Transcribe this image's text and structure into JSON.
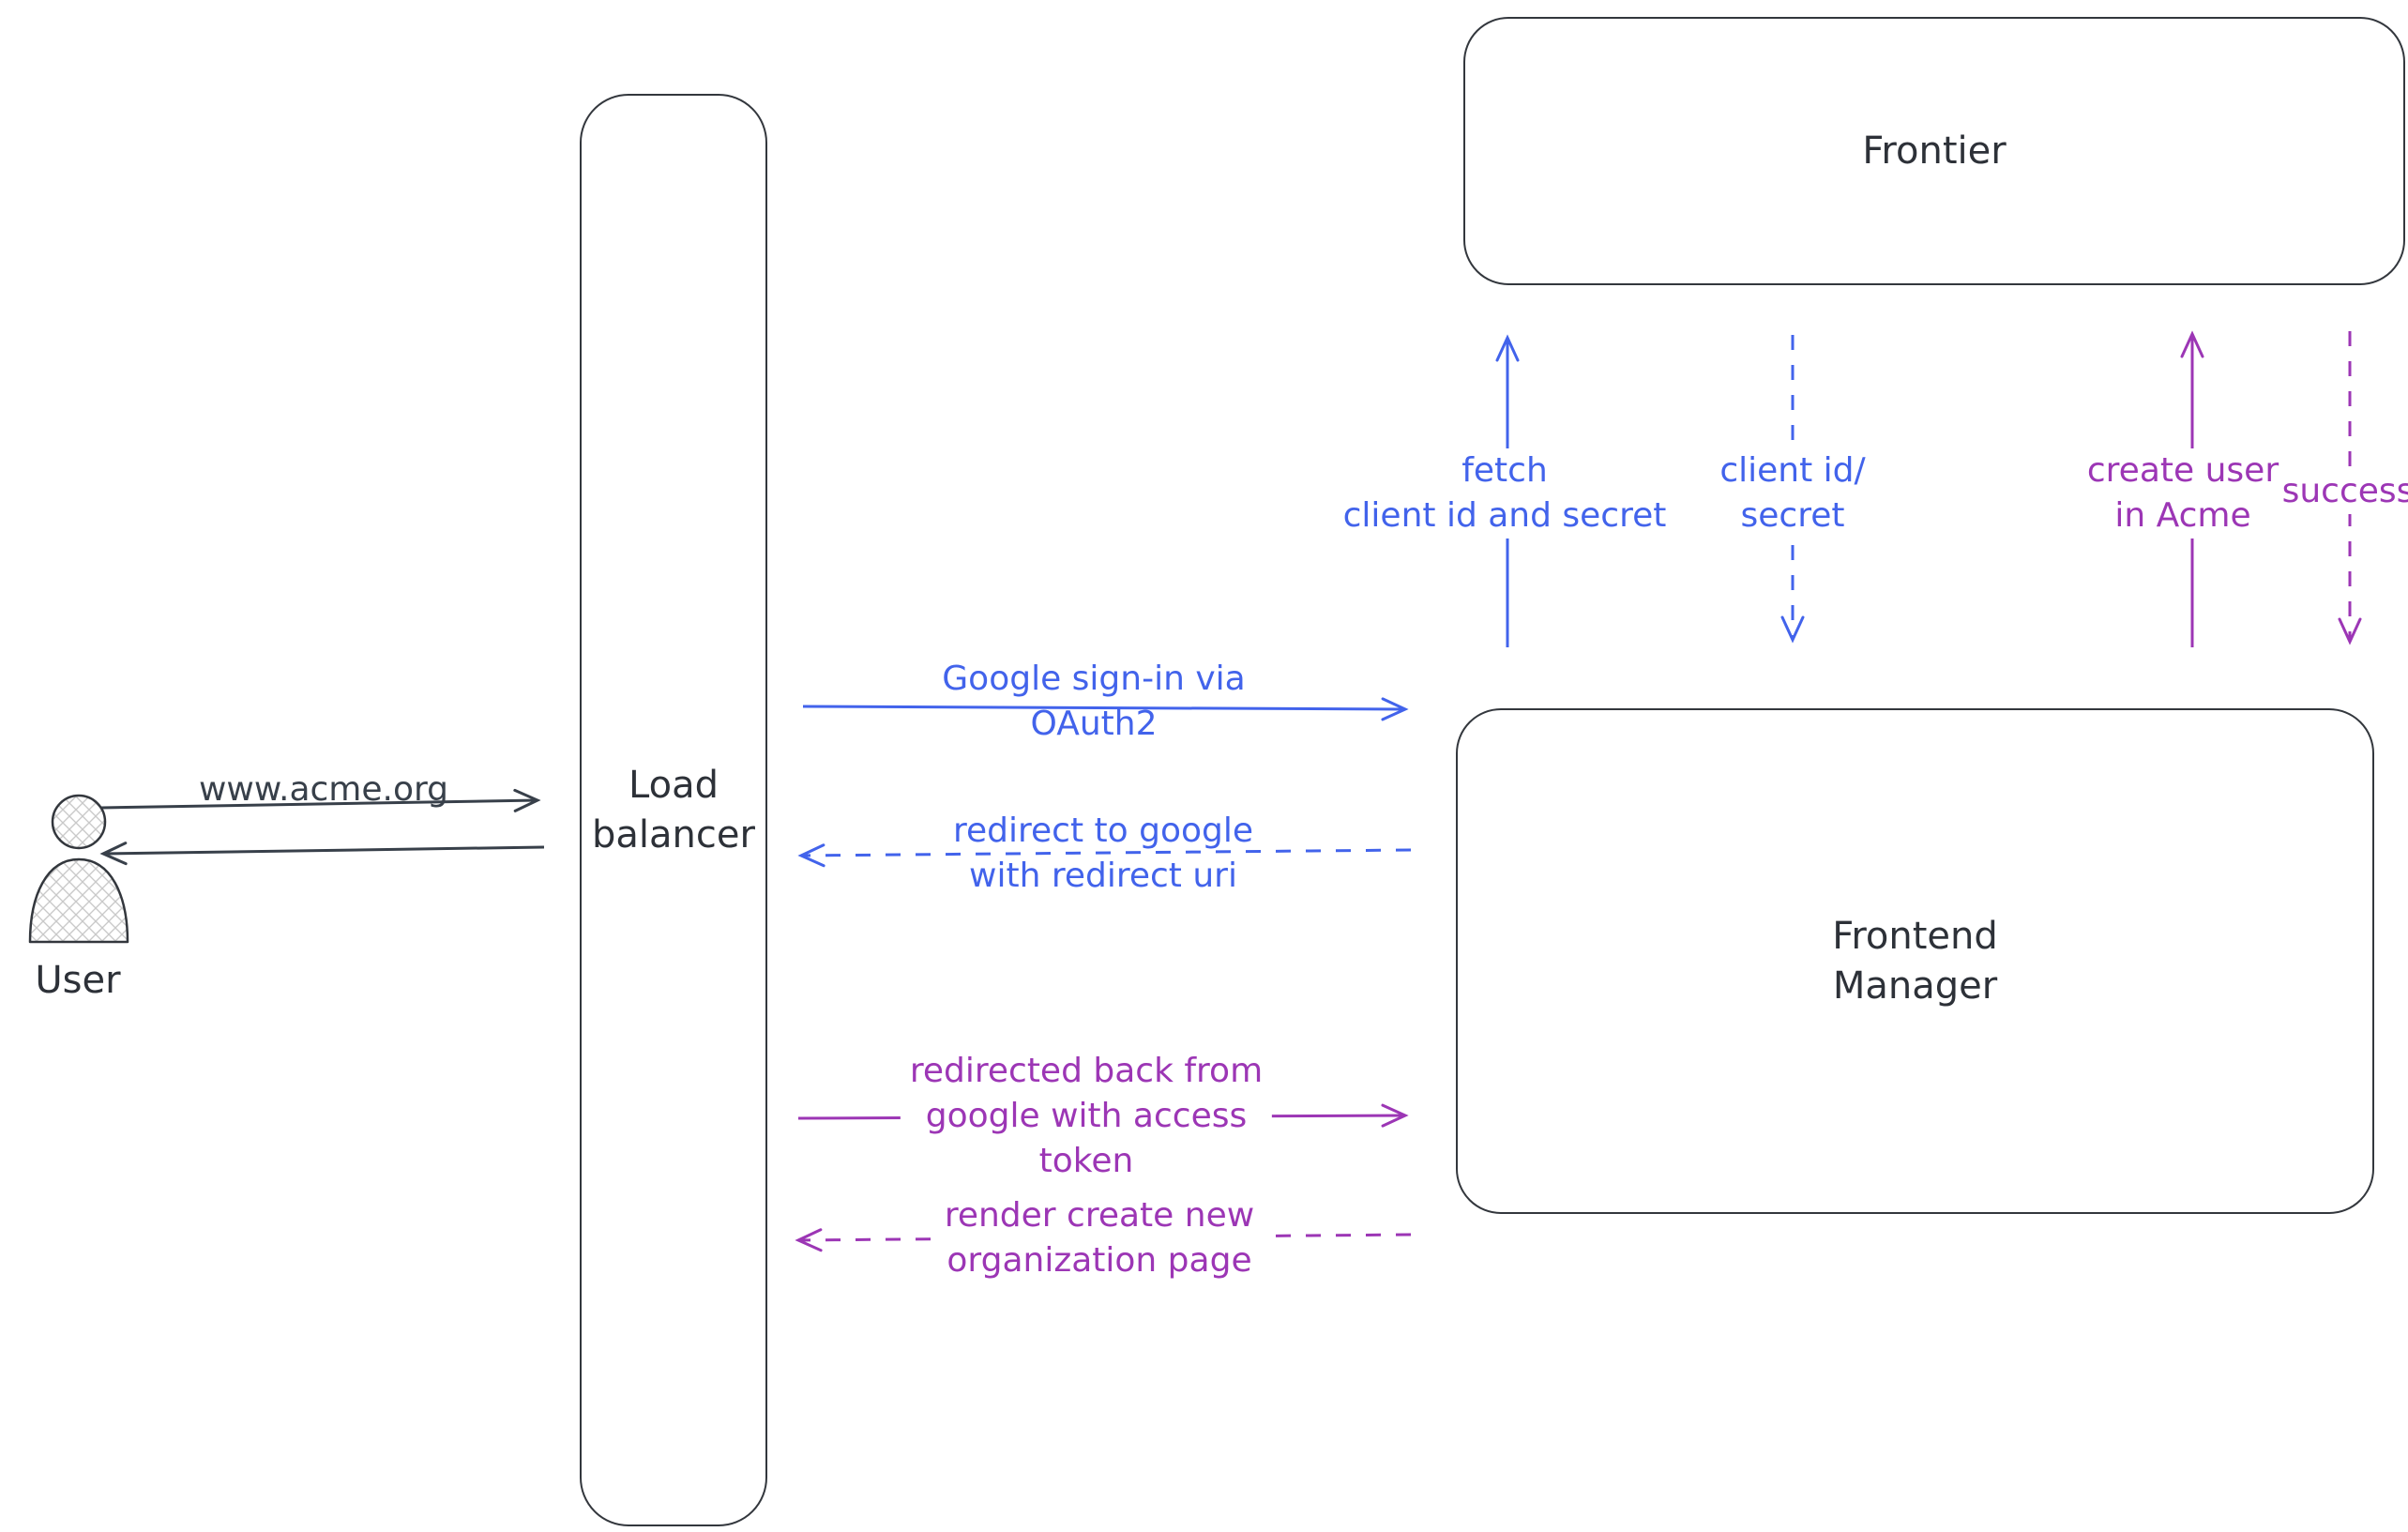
{
  "nodes": {
    "user": {
      "label": "User"
    },
    "load_balancer": {
      "label": "Load\nbalancer"
    },
    "frontier": {
      "label": "Frontier"
    },
    "frontend_manager": {
      "label": "Frontend\nManager"
    }
  },
  "edges": {
    "www_acme": {
      "label": "www.acme.org",
      "color": "#38404a",
      "style": "solid",
      "from": "User",
      "to": "Load balancer"
    },
    "user_return": {
      "label": "",
      "color": "#38404a",
      "style": "solid",
      "from": "Load balancer",
      "to": "User"
    },
    "google_signin": {
      "label": "Google sign-in via\nOAuth2",
      "color": "#4263eb",
      "style": "solid",
      "from": "Load balancer",
      "to": "Frontend Manager"
    },
    "redirect_google": {
      "label": "redirect to google\nwith redirect uri",
      "color": "#4263eb",
      "style": "dashed",
      "from": "Frontend Manager",
      "to": "Load balancer"
    },
    "redirected_back": {
      "label": "redirected back from\ngoogle with access\ntoken",
      "color": "#9c36b5",
      "style": "solid",
      "from": "Load balancer",
      "to": "Frontend Manager"
    },
    "render_page": {
      "label": "render create new\norganization page",
      "color": "#9c36b5",
      "style": "dashed",
      "from": "Frontend Manager",
      "to": "Load balancer"
    },
    "fetch_secret": {
      "label": "fetch\nclient id and secret",
      "color": "#4263eb",
      "style": "solid",
      "from": "Frontend Manager",
      "to": "Frontier"
    },
    "client_id_secret": {
      "label": "client id/\nsecret",
      "color": "#4263eb",
      "style": "dashed",
      "from": "Frontier",
      "to": "Frontend Manager"
    },
    "create_user": {
      "label": "create user\nin Acme",
      "color": "#9c36b5",
      "style": "solid",
      "from": "Frontend Manager",
      "to": "Frontier"
    },
    "success": {
      "label": "success",
      "color": "#9c36b5",
      "style": "dashed",
      "from": "Frontier",
      "to": "Frontend Manager"
    }
  },
  "colors": {
    "ink": "#38404a",
    "blue": "#4263eb",
    "purple": "#9c36b5"
  }
}
